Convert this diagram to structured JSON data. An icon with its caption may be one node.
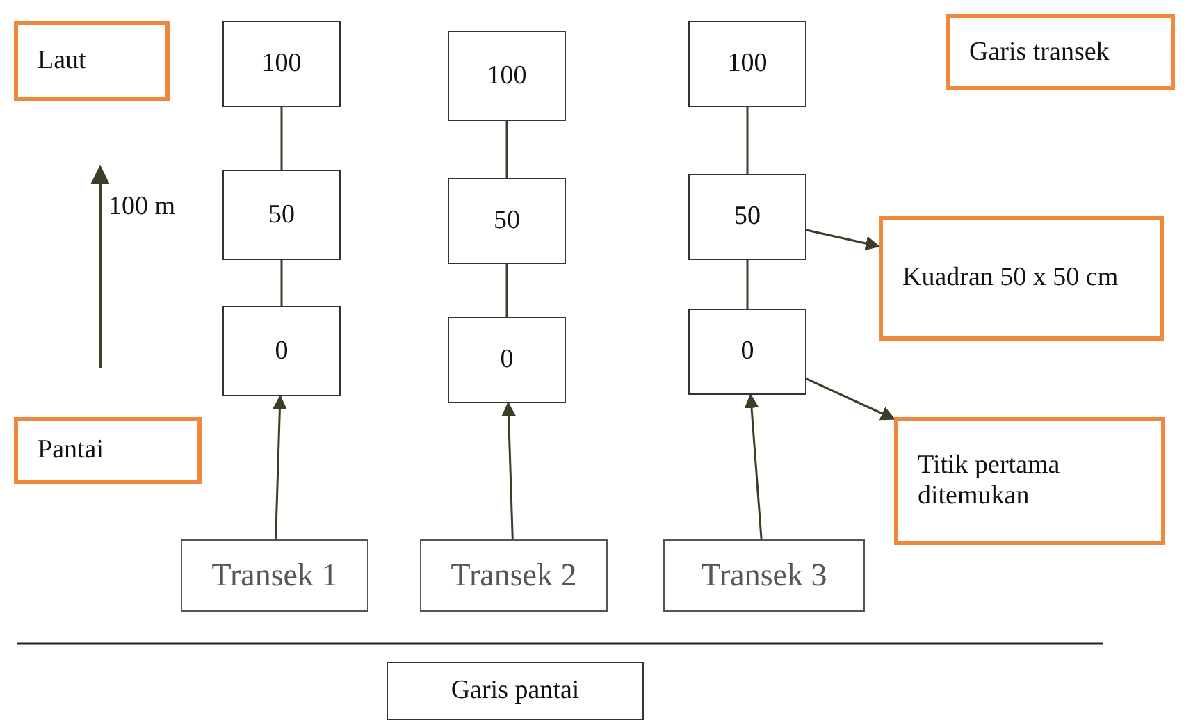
{
  "diagram": {
    "nodes": [
      {
        "text": [
          "Laut"
        ]
      },
      {
        "text": [
          "Garis transek"
        ]
      },
      {
        "text": [
          "100"
        ]
      },
      {
        "text": [
          "50"
        ]
      },
      {
        "text": [
          "0"
        ]
      },
      {
        "text": [
          "100"
        ]
      },
      {
        "text": [
          "50"
        ]
      },
      {
        "text": [
          "0"
        ]
      },
      {
        "text": [
          "100"
        ]
      },
      {
        "text": [
          "50"
        ]
      },
      {
        "text": [
          "0"
        ]
      },
      {
        "text": [
          "Kuadran 50 x 50 cm"
        ]
      },
      {
        "text": [
          "Pantai"
        ]
      },
      {
        "text": [
          "Titik pertama ditemukan"
        ]
      },
      {
        "text": [
          "Transek 1"
        ]
      },
      {
        "text": [
          "Transek 2"
        ]
      },
      {
        "text": [
          "Transek 3"
        ]
      },
      {
        "text": [
          "Garis pantai"
        ]
      }
    ],
    "edges": [
      {
        "from": 2,
        "to": 3,
        "arrow": "none"
      },
      {
        "from": 3,
        "to": 4,
        "arrow": "none"
      },
      {
        "from": 5,
        "to": 6,
        "arrow": "none"
      },
      {
        "from": 6,
        "to": 7,
        "arrow": "none"
      },
      {
        "from": 8,
        "to": 9,
        "arrow": "none"
      },
      {
        "from": 9,
        "to": 10,
        "arrow": "none"
      },
      {
        "from": 9,
        "to": 11,
        "arrow": "to"
      },
      {
        "from": 10,
        "to": 13,
        "arrow": "to"
      },
      {
        "from": 14,
        "to": 4,
        "arrow": "to"
      },
      {
        "from": 15,
        "to": 7,
        "arrow": "to"
      },
      {
        "from": 16,
        "to": 10,
        "arrow": "to"
      }
    ],
    "labels": [
      "100 m"
    ]
  }
}
